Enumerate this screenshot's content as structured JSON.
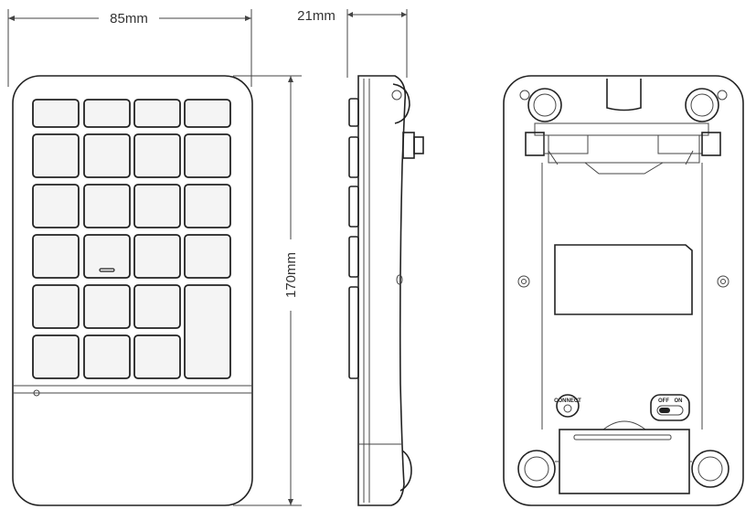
{
  "dimensions": {
    "width_label": "85mm",
    "depth_label": "21mm",
    "height_label": "170mm"
  },
  "switch": {
    "off_label": "OFF",
    "on_label": "ON"
  },
  "connect_label": "CONNECT",
  "keypad": {
    "rows": 6,
    "columns": 4,
    "tall_key": "bottom-right spans rows 5-6"
  }
}
